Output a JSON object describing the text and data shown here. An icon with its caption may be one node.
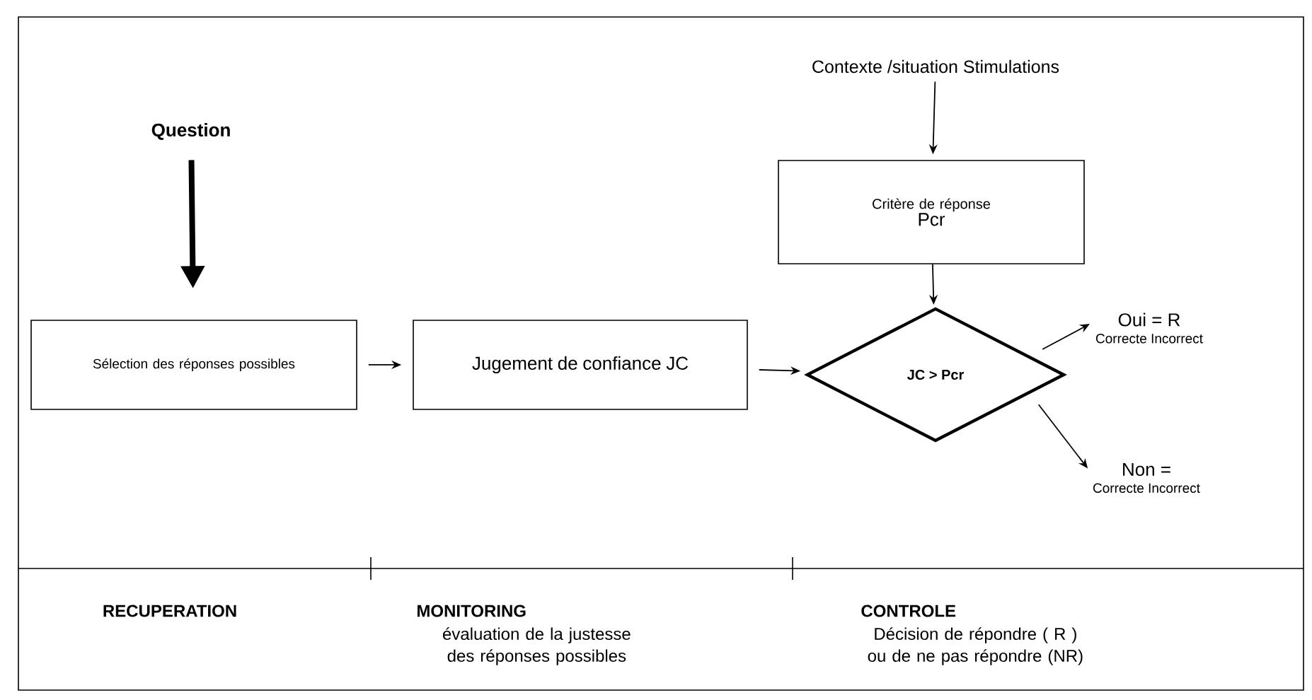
{
  "diagram": {
    "nodes": [
      {
        "text": [
          "Question"
        ]
      },
      {
        "text": [
          "Sélection des réponses possibles"
        ]
      },
      {
        "text": [
          "Jugement de confiance JC"
        ]
      },
      {
        "text": [
          "Contexte /situation Stimulations"
        ]
      },
      {
        "text": [
          "Critère de réponse",
          "Pcr"
        ]
      },
      {
        "text": [
          "JC > Pcr"
        ]
      },
      {
        "text": [
          "Oui = R",
          "Correcte Incorrect"
        ]
      },
      {
        "text": [
          "Non =",
          "Correcte Incorrect"
        ]
      }
    ],
    "edges": [
      {
        "from": 0,
        "to": 1,
        "arrow": "to",
        "style": "thick"
      },
      {
        "from": 1,
        "to": 2,
        "arrow": "to"
      },
      {
        "from": 2,
        "to": 5,
        "arrow": "to"
      },
      {
        "from": 3,
        "to": 4,
        "arrow": "to"
      },
      {
        "from": 4,
        "to": 5,
        "arrow": "to"
      },
      {
        "from": 5,
        "to": 6,
        "arrow": "to"
      },
      {
        "from": 5,
        "to": 7,
        "arrow": "to"
      }
    ],
    "labels": [
      "RECUPERATION",
      "MONITORING",
      "évaluation de la justesse des réponses possibles",
      "CONTROLE",
      "Décision de répondre ( R ) ou de ne pas répondre (NR)"
    ]
  }
}
